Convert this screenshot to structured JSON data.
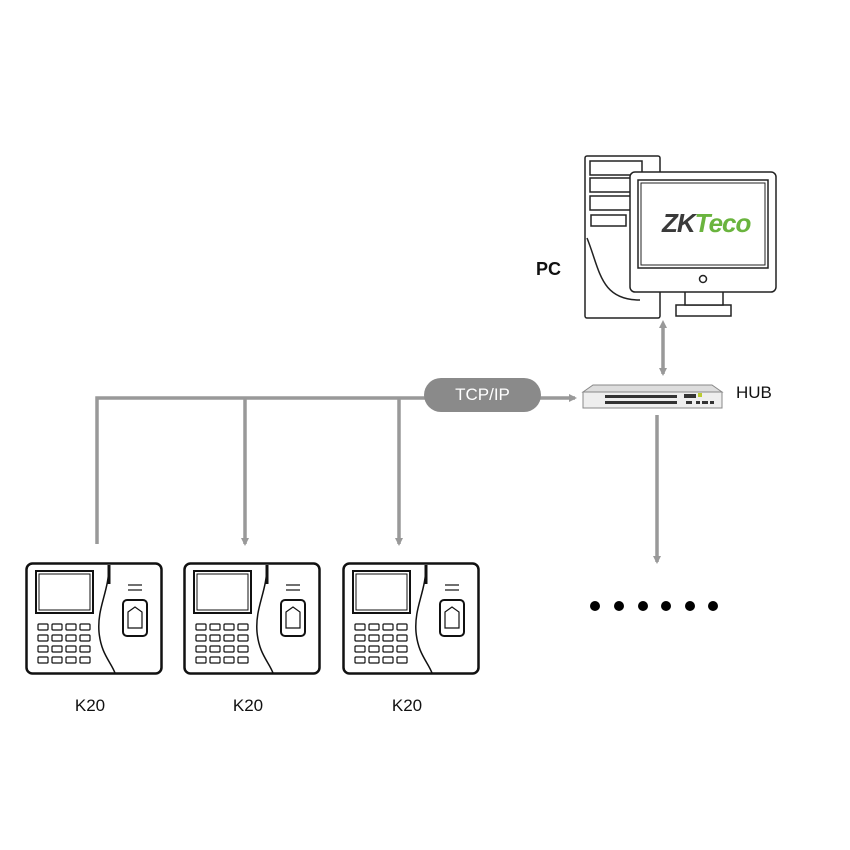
{
  "labels": {
    "pc": "PC",
    "hub": "HUB",
    "protocol": "TCP/IP",
    "devices": [
      "K20",
      "K20",
      "K20"
    ]
  },
  "logo": {
    "part1": "ZK",
    "part2": "Teco"
  },
  "colors": {
    "line": "#999999",
    "pill": "#8a8a8a",
    "logo_green": "#6ab43e",
    "logo_dark": "#3a3a3a"
  }
}
